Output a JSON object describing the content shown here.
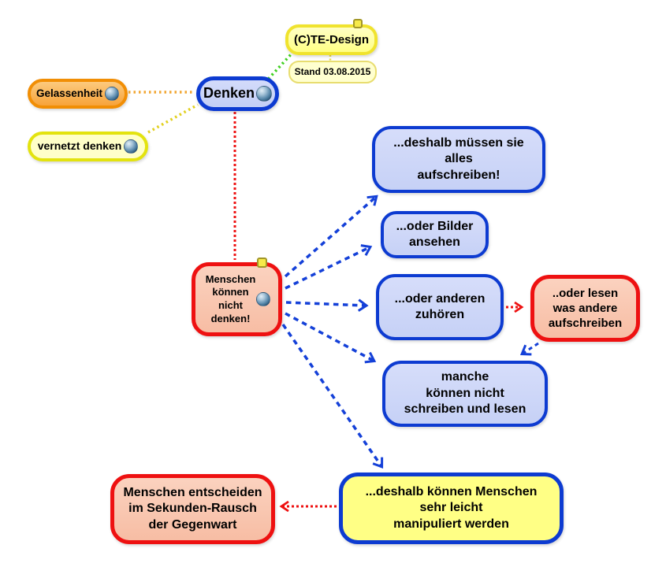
{
  "title": "Denken mind map",
  "nodes": {
    "gelassenheit": {
      "label": "Gelassenheit"
    },
    "vernetzt": {
      "label": "vernetzt denken"
    },
    "denken": {
      "label": "Denken"
    },
    "cte": {
      "label": "(C)TE-Design"
    },
    "stand": {
      "label": "Stand 03.08.2015"
    },
    "center": {
      "label": "Menschen\nkönnen\nnicht\ndenken!"
    },
    "aufschreiben": {
      "label": "...deshalb müssen sie\nalles\naufschreiben!"
    },
    "bilder": {
      "label": "...oder Bilder\nansehen"
    },
    "zuhoeren": {
      "label": "...oder anderen\nzuhören"
    },
    "lesen": {
      "label": "..oder lesen\nwas andere\naufschreiben"
    },
    "manche": {
      "label": "manche\nkönnen nicht\nschreiben und lesen"
    },
    "entscheiden": {
      "label": "Menschen entscheiden\nim Sekunden-Rausch\nder Gegenwart"
    },
    "manipuliert": {
      "label": "...deshalb können Menschen\nsehr leicht\nmanipuliert werden"
    }
  },
  "colors": {
    "blue_border": "#0d3bd1",
    "blue_fill": "#ccd5f7",
    "red_border": "#ee1111",
    "salmon_fill": "#f9c7b1",
    "yellow_border": "#f0e32e",
    "yellow_fill": "#ffff99",
    "pale_yellow_fill": "#ffffcc",
    "orange_border": "#f18e05",
    "link_blue": "#1440d8",
    "link_red": "#ee1111",
    "link_orange": "#f2a632",
    "link_yellow": "#e2d01f",
    "link_green": "#3fd01f",
    "link_stand": "#e8d84a"
  }
}
